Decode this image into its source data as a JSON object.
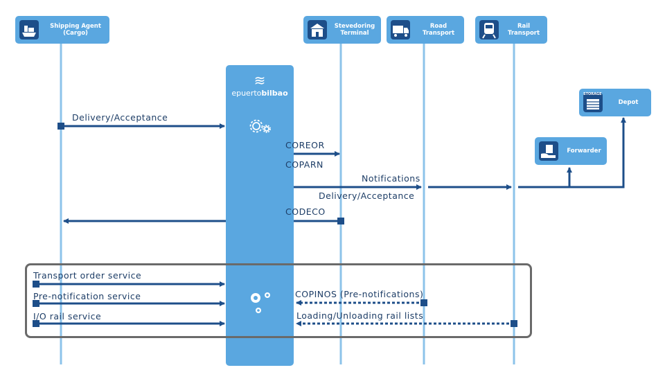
{
  "actors": {
    "shipping_agent": "Shipping Agent\n(Cargo)",
    "stevedoring": "Stevedoring\nTerminal",
    "road": "Road\nTransport",
    "rail": "Rail\nTransport",
    "depot": "Depot",
    "forwarder": "Forwarder",
    "depot_storage_tag": "STORAGE"
  },
  "portal": {
    "logo_symbol": "≋",
    "logo_prefix": "epuerto",
    "logo_bold": "bilbao"
  },
  "messages": {
    "delivery_acceptance_1": "Delivery/Acceptance",
    "coreor": "COREOR",
    "coparn": "COPARN",
    "notifications": "Notifications",
    "delivery_acceptance_2": "Delivery/Acceptance",
    "codeco": "CODECO",
    "transport_order": "Transport order service",
    "pre_notification": "Pre-notification service",
    "io_rail": "I/O rail service",
    "copinos": "COPINOS (Pre-notifications)",
    "rail_lists": "Loading/Unloading rail lists"
  },
  "colors": {
    "actor_bg": "#5aa7e0",
    "arrow": "#1d4e89",
    "lifeline": "#8cc3ea",
    "box_border": "#6a6a6a"
  }
}
